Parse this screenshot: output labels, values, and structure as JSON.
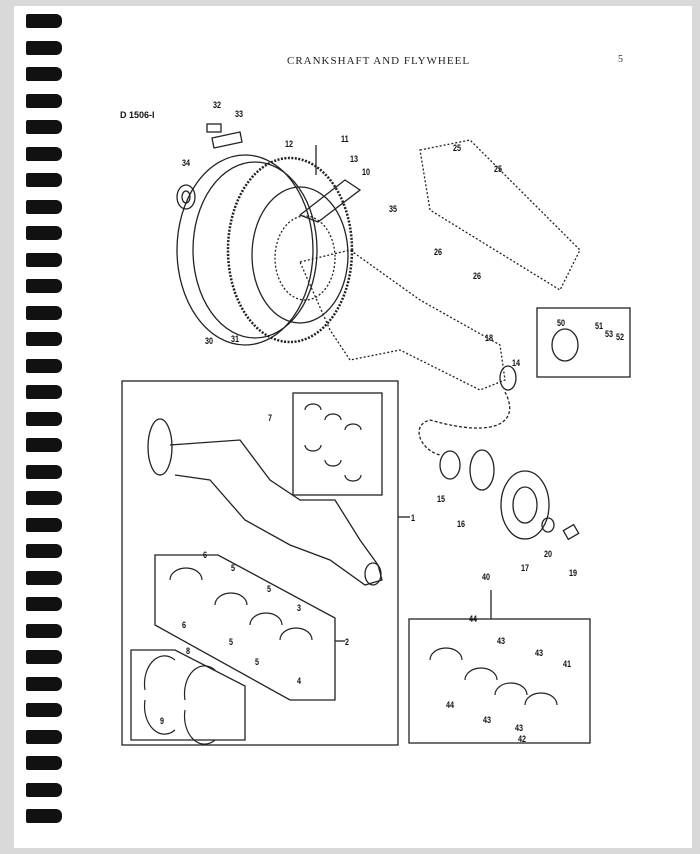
{
  "header": {
    "title": "CRANKSHAFT AND FLYWHEEL",
    "page_number": "5"
  },
  "figure_ref": "D 1506-I",
  "callouts": [
    "32",
    "33",
    "34",
    "12",
    "11",
    "13",
    "10",
    "35",
    "25",
    "25",
    "26",
    "26",
    "30",
    "31",
    "18",
    "14",
    "50",
    "51",
    "53",
    "52",
    "7",
    "1",
    "15",
    "16",
    "17",
    "20",
    "19",
    "40",
    "6",
    "6",
    "5",
    "5",
    "5",
    "5",
    "3",
    "2",
    "4",
    "8",
    "9",
    "44",
    "44",
    "43",
    "43",
    "41",
    "43",
    "43",
    "42"
  ]
}
